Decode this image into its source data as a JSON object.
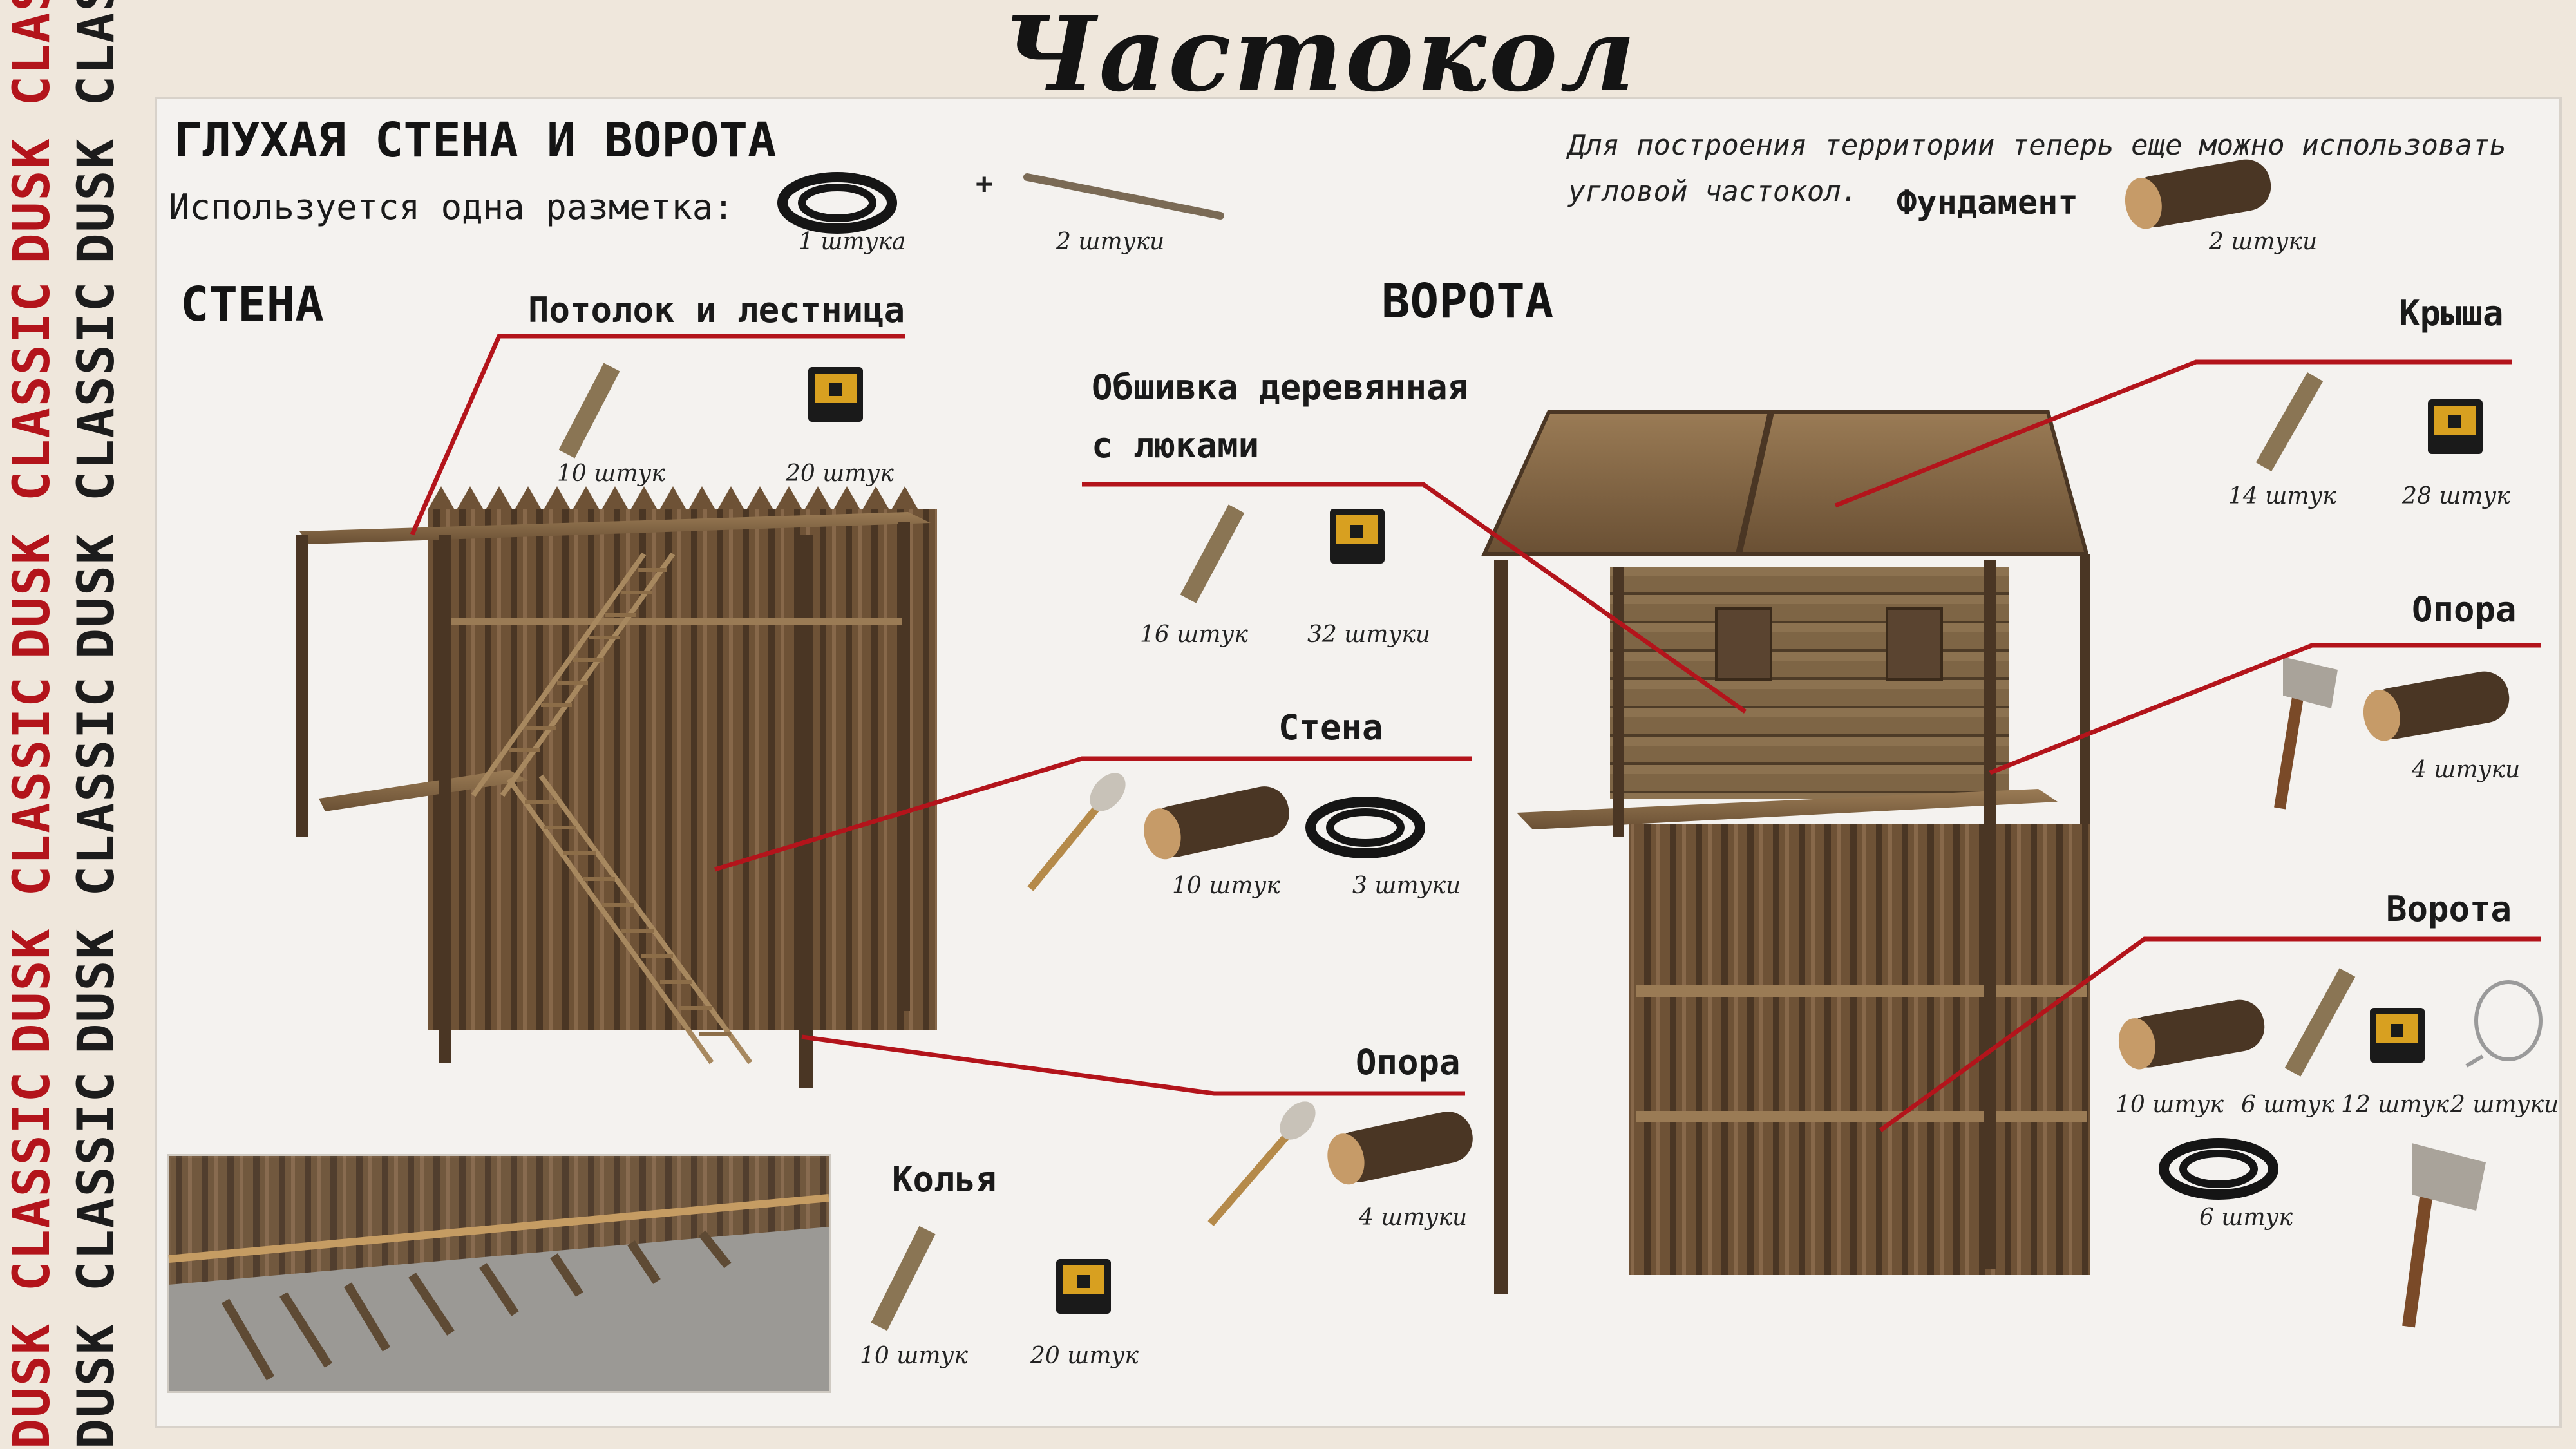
{
  "side_text": {
    "left_repeat": "DUSK CLASSIC",
    "right_repeat": "DUSK CLASSIC"
  },
  "title": "Частокол",
  "header": {
    "heading": "ГЛУХАЯ СТЕНА И ВОРОТА",
    "markup_text": "Используется одна разметка:",
    "markup_item1_count": "1 штука",
    "plus": "+",
    "markup_item2_count": "2 штуки",
    "note_line1": "Для построения территории теперь еще можно использовать",
    "note_line2": "угловой частокол.",
    "foundation_label": "Фундамент",
    "foundation_count": "2 штуки"
  },
  "wall": {
    "section_title": "СТЕНА",
    "ceiling": {
      "label": "Потолок и лестница",
      "count1": "10 штук",
      "count2": "20 штук"
    },
    "wall_part": {
      "label": "Стена",
      "count1": "10 штук",
      "count2": "3 штуки"
    },
    "support": {
      "label": "Опора",
      "count1": "4 штуки"
    },
    "stakes": {
      "label": "Колья",
      "count1": "10 штук",
      "count2": "20 штук"
    }
  },
  "gate": {
    "section_title": "ВОРОТА",
    "cladding": {
      "label_line1": "Обшивка деревянная",
      "label_line2": "с люками",
      "count1": "16 штук",
      "count2": "32 штуки"
    },
    "roof": {
      "label": "Крыша",
      "count1": "14 штук",
      "count2": "28 штук"
    },
    "support": {
      "label": "Опора",
      "count1": "4 штуки"
    },
    "gate_part": {
      "label": "Ворота",
      "count1": "10 штук",
      "count2": "6 штук",
      "count3": "12 штук",
      "count4": "2 штуки",
      "count5": "6 штук"
    }
  },
  "colors": {
    "background": "#efe7dc",
    "panel": "#f4f2ef",
    "leader_line": "#b3141b",
    "text": "#141414",
    "strip_red": "#b3141b",
    "strip_dark": "#1c1c1c"
  }
}
